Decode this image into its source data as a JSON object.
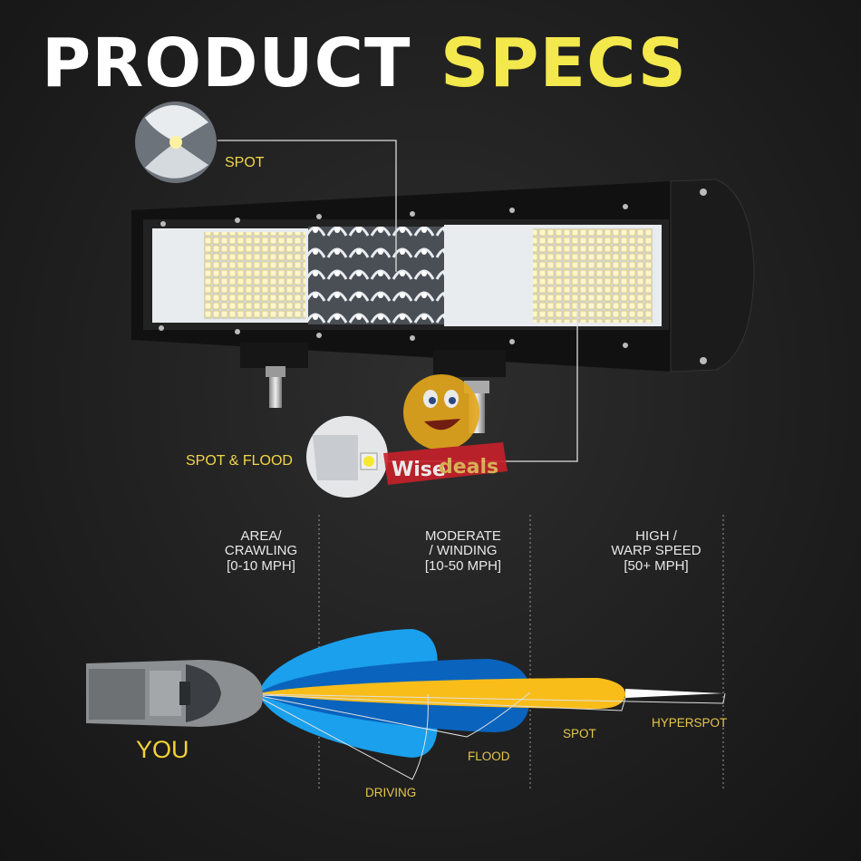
{
  "title": {
    "word1": "PRODUCT",
    "word2": "SPECS",
    "color1": "#ffffff",
    "color2": "#f3e84c"
  },
  "callouts": {
    "spot": "SPOT",
    "spot_flood": "SPOT & FLOOD"
  },
  "watermark": {
    "part1": "Wise",
    "part2": "deals"
  },
  "zones": [
    {
      "lines": [
        "AREA/",
        "CRAWLING",
        "[0-10 MPH]"
      ]
    },
    {
      "lines": [
        "MODERATE",
        "/ WINDING",
        "[10-50 MPH]"
      ]
    },
    {
      "lines": [
        "HIGH /",
        "WARP SPEED",
        "[50+ MPH]"
      ]
    }
  ],
  "you_label": "YOU",
  "beams": {
    "driving": "DRIVING",
    "flood": "FLOOD",
    "spot": "SPOT",
    "hyperspot": "HYPERSPOT"
  },
  "colors": {
    "light_blue": "#1aa0ec",
    "dark_blue": "#0a63bd",
    "yellow": "#f9bd1a",
    "label": "#e6c64c"
  }
}
